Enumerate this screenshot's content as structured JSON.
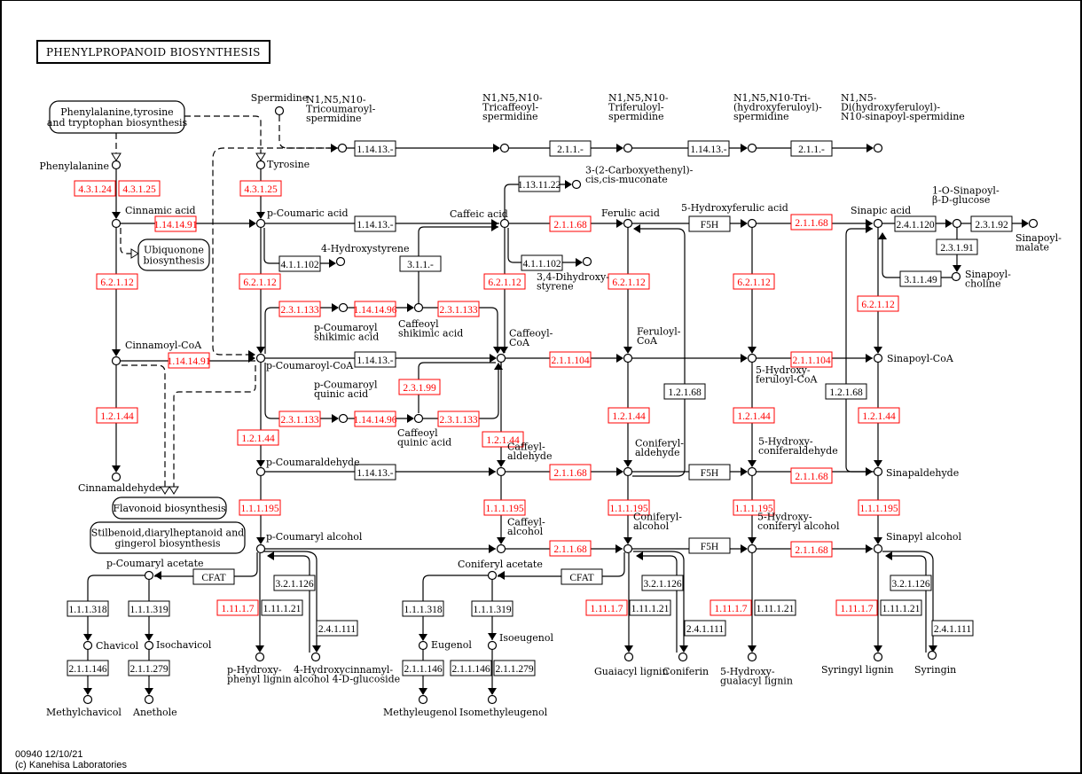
{
  "title": "PHENYLPROPANOID BIOSYNTHESIS",
  "footer": {
    "map_id_date": "00940 12/10/21",
    "copyright": "(c) Kanehisa Laboratories"
  },
  "colors": {
    "highlighted_enzyme": "#ff0000",
    "enzyme": "#000000",
    "line": "#000000",
    "background": "#ffffff"
  },
  "maps": [
    {
      "id": "m_phe",
      "lines": [
        "Phenylalanine,tyrosine",
        "and tryptophan biosynthesis"
      ]
    },
    {
      "id": "m_ubi",
      "lines": [
        "Ubiquonone",
        "biosynthesis"
      ]
    },
    {
      "id": "m_flav",
      "lines": [
        "Flavonoid biosynthesis"
      ]
    },
    {
      "id": "m_stil",
      "lines": [
        "Stilbenoid,diarylheptanoid and",
        "gingerol biosynthesis"
      ]
    }
  ],
  "compounds": [
    {
      "id": "c_phe",
      "lines": [
        "Phenylalanine"
      ]
    },
    {
      "id": "c_tyr",
      "lines": [
        "Tyrosine"
      ]
    },
    {
      "id": "c_spd",
      "lines": [
        "Spermidine"
      ]
    },
    {
      "id": "c_cin",
      "lines": [
        "Cinnamic acid"
      ]
    },
    {
      "id": "c_pcou",
      "lines": [
        "p-Coumaric acid"
      ]
    },
    {
      "id": "c_hsty",
      "lines": [
        "4-Hydroxystyrene"
      ]
    },
    {
      "id": "c_caf",
      "lines": [
        "Caffeic acid"
      ]
    },
    {
      "id": "c_ccm",
      "lines": [
        "3-(2-Carboxyethenyl)-",
        "cis,cis-muconate"
      ]
    },
    {
      "id": "c_dhs",
      "lines": [
        "3,4-Dihydroxy-",
        "styrene"
      ]
    },
    {
      "id": "c_fer",
      "lines": [
        "Ferulic acid"
      ]
    },
    {
      "id": "c_5hf",
      "lines": [
        "5-Hydroxyferulic acid"
      ]
    },
    {
      "id": "c_sin",
      "lines": [
        "Sinapic acid"
      ]
    },
    {
      "id": "c_sglc",
      "lines": [
        "1-O-Sinapoyl-",
        "β-D-glucose"
      ]
    },
    {
      "id": "c_smal",
      "lines": [
        "Sinapoyl-",
        "malate"
      ]
    },
    {
      "id": "c_schol",
      "lines": [
        "Sinapoyl-",
        "choline"
      ]
    },
    {
      "id": "c_tcs",
      "lines": [
        "N1,N5,N10-",
        "Tricoumaroyl-",
        "spermidine"
      ]
    },
    {
      "id": "c_tcfs",
      "lines": [
        "N1,N5,N10-",
        "Tricaffeoyl-",
        "spermidine"
      ]
    },
    {
      "id": "c_tfs",
      "lines": [
        "N1,N5,N10-",
        "Triferuloyl-",
        "spermidine"
      ]
    },
    {
      "id": "c_thfs",
      "lines": [
        "N1,N5,N10-Tri-",
        "(hydroxyferuloyl)-",
        "spermidine"
      ]
    },
    {
      "id": "c_dhss",
      "lines": [
        "N1,N5-",
        "Di(hydroxyferuloyl)-",
        "N10-sinapoyl-spermidine"
      ]
    },
    {
      "id": "c_cincoa",
      "lines": [
        "Cinnamoyl-CoA"
      ]
    },
    {
      "id": "c_pcoa",
      "lines": [
        "p-Coumaroyl-CoA"
      ]
    },
    {
      "id": "c_pcsa",
      "lines": [
        "p-Coumaroyl",
        "shikimic acid"
      ]
    },
    {
      "id": "c_cfsa",
      "lines": [
        "Caffeoyl",
        "shikimic acid"
      ]
    },
    {
      "id": "c_pcqa",
      "lines": [
        "p-Coumaroyl",
        "quinic acid"
      ]
    },
    {
      "id": "c_cfqa",
      "lines": [
        "Caffeoyl",
        "quinic acid"
      ]
    },
    {
      "id": "c_cfcoa",
      "lines": [
        "Caffeoyl-",
        "CoA"
      ]
    },
    {
      "id": "c_fercoa",
      "lines": [
        "Feruloyl-",
        "CoA"
      ]
    },
    {
      "id": "c_5hfcoa",
      "lines": [
        "5-Hydroxy-",
        "feruloyl-CoA"
      ]
    },
    {
      "id": "c_sincoa",
      "lines": [
        "Sinapoyl-CoA"
      ]
    },
    {
      "id": "c_cinald",
      "lines": [
        "Cinnamaldehyde"
      ]
    },
    {
      "id": "c_pcald",
      "lines": [
        "p-Coumaraldehyde"
      ]
    },
    {
      "id": "c_cfald",
      "lines": [
        "Caffeyl-",
        "aldehyde"
      ]
    },
    {
      "id": "c_conald",
      "lines": [
        "Coniferyl-",
        "aldehyde"
      ]
    },
    {
      "id": "c_5hcald",
      "lines": [
        "5-Hydroxy-",
        "coniferaldehyde"
      ]
    },
    {
      "id": "c_sinald",
      "lines": [
        "Sinapaldehyde"
      ]
    },
    {
      "id": "c_pcalc",
      "lines": [
        "p-Coumaryl alcohol"
      ]
    },
    {
      "id": "c_cfalc",
      "lines": [
        "Caffeyl-",
        "alcohol"
      ]
    },
    {
      "id": "c_conalc",
      "lines": [
        "Coniferyl-",
        "alcohol"
      ]
    },
    {
      "id": "c_5hcalc",
      "lines": [
        "5-Hydroxy-",
        "coniferyl alcohol"
      ]
    },
    {
      "id": "c_sinalc",
      "lines": [
        "Sinapyl alcohol"
      ]
    },
    {
      "id": "c_pcac",
      "lines": [
        "p-Coumaryl acetate"
      ]
    },
    {
      "id": "c_conac",
      "lines": [
        "Coniferyl acetate"
      ]
    },
    {
      "id": "c_chav",
      "lines": [
        "Chavicol"
      ]
    },
    {
      "id": "c_ichav",
      "lines": [
        "Isochavicol"
      ]
    },
    {
      "id": "c_mchav",
      "lines": [
        "Methylchavicol"
      ]
    },
    {
      "id": "c_anet",
      "lines": [
        "Anethole"
      ]
    },
    {
      "id": "c_eug",
      "lines": [
        "Eugenol"
      ]
    },
    {
      "id": "c_ieug",
      "lines": [
        "Isoeugenol"
      ]
    },
    {
      "id": "c_meug",
      "lines": [
        "Methyleugenol"
      ]
    },
    {
      "id": "c_imeug",
      "lines": [
        "Isomethyleugenol"
      ]
    },
    {
      "id": "c_phl",
      "lines": [
        "p-Hydroxy-",
        "phenyl lignin"
      ]
    },
    {
      "id": "c_hcg",
      "lines": [
        "4-Hydroxycinnamyl-",
        "alcohol 4-D-glucoside"
      ]
    },
    {
      "id": "c_gl",
      "lines": [
        "Guaiacyl lignin"
      ]
    },
    {
      "id": "c_conif",
      "lines": [
        "Coniferin"
      ]
    },
    {
      "id": "c_5hgl",
      "lines": [
        "5-Hydroxy-",
        "guaiacyl lignin"
      ]
    },
    {
      "id": "c_sl",
      "lines": [
        "Syringyl lignin"
      ]
    },
    {
      "id": "c_syr",
      "lines": [
        "Syringin"
      ]
    }
  ],
  "enzymes": [
    {
      "id": "e1",
      "label": "4.3.1.24",
      "highlighted": true
    },
    {
      "id": "e2",
      "label": "4.3.1.25",
      "highlighted": true
    },
    {
      "id": "e3",
      "label": "4.3.1.25",
      "highlighted": true
    },
    {
      "id": "e4",
      "label": "1.14.14.91",
      "highlighted": true
    },
    {
      "id": "e5",
      "label": "1.14.13.-",
      "highlighted": false
    },
    {
      "id": "e6",
      "label": "2.1.1.-",
      "highlighted": false
    },
    {
      "id": "e7",
      "label": "1.14.13.-",
      "highlighted": false
    },
    {
      "id": "e8",
      "label": "2.1.1.-",
      "highlighted": false
    },
    {
      "id": "e9",
      "label": "1.14.13.-",
      "highlighted": false
    },
    {
      "id": "e10",
      "label": "4.1.1.102",
      "highlighted": false
    },
    {
      "id": "e11",
      "label": "3.1.1.-",
      "highlighted": false
    },
    {
      "id": "e12",
      "label": "1.13.11.22",
      "highlighted": false
    },
    {
      "id": "e13",
      "label": "2.1.1.68",
      "highlighted": true
    },
    {
      "id": "e14",
      "label": "4.1.1.102",
      "highlighted": false
    },
    {
      "id": "e15",
      "label": "F5H",
      "highlighted": false
    },
    {
      "id": "e16",
      "label": "2.1.1.68",
      "highlighted": true
    },
    {
      "id": "e17",
      "label": "2.4.1.120",
      "highlighted": false
    },
    {
      "id": "e18",
      "label": "2.3.1.92",
      "highlighted": false
    },
    {
      "id": "e19",
      "label": "2.3.1.91",
      "highlighted": false
    },
    {
      "id": "e20",
      "label": "3.1.1.49",
      "highlighted": false
    },
    {
      "id": "e21",
      "label": "6.2.1.12",
      "highlighted": true
    },
    {
      "id": "e22",
      "label": "6.2.1.12",
      "highlighted": true
    },
    {
      "id": "e23",
      "label": "6.2.1.12",
      "highlighted": true
    },
    {
      "id": "e24",
      "label": "6.2.1.12",
      "highlighted": true
    },
    {
      "id": "e25",
      "label": "6.2.1.12",
      "highlighted": true
    },
    {
      "id": "e26",
      "label": "6.2.1.12",
      "highlighted": true
    },
    {
      "id": "e27",
      "label": "2.3.1.133",
      "highlighted": true
    },
    {
      "id": "e28",
      "label": "1.14.14.96",
      "highlighted": true
    },
    {
      "id": "e29",
      "label": "2.3.1.133",
      "highlighted": true
    },
    {
      "id": "e30",
      "label": "1.14.14.91",
      "highlighted": true
    },
    {
      "id": "e31",
      "label": "1.14.13.-",
      "highlighted": false
    },
    {
      "id": "e32",
      "label": "2.1.1.104",
      "highlighted": true
    },
    {
      "id": "e33",
      "label": "2.1.1.104",
      "highlighted": true
    },
    {
      "id": "e34",
      "label": "2.3.1.99",
      "highlighted": true
    },
    {
      "id": "e35",
      "label": "2.3.1.133",
      "highlighted": true
    },
    {
      "id": "e36",
      "label": "1.14.14.96",
      "highlighted": true
    },
    {
      "id": "e37",
      "label": "2.3.1.133",
      "highlighted": true
    },
    {
      "id": "e38",
      "label": "1.2.1.68",
      "highlighted": false
    },
    {
      "id": "e39",
      "label": "1.2.1.68",
      "highlighted": false
    },
    {
      "id": "e40",
      "label": "1.2.1.44",
      "highlighted": true
    },
    {
      "id": "e41",
      "label": "1.2.1.44",
      "highlighted": true
    },
    {
      "id": "e42",
      "label": "1.2.1.44",
      "highlighted": true
    },
    {
      "id": "e43",
      "label": "1.2.1.44",
      "highlighted": true
    },
    {
      "id": "e44",
      "label": "1.2.1.44",
      "highlighted": true
    },
    {
      "id": "e45",
      "label": "1.2.1.44",
      "highlighted": true
    },
    {
      "id": "e46",
      "label": "1.14.13.-",
      "highlighted": false
    },
    {
      "id": "e47",
      "label": "2.1.1.68",
      "highlighted": true
    },
    {
      "id": "e48",
      "label": "F5H",
      "highlighted": false
    },
    {
      "id": "e49",
      "label": "2.1.1.68",
      "highlighted": true
    },
    {
      "id": "e50",
      "label": "1.1.1.195",
      "highlighted": true
    },
    {
      "id": "e51",
      "label": "1.1.1.195",
      "highlighted": true
    },
    {
      "id": "e52",
      "label": "1.1.1.195",
      "highlighted": true
    },
    {
      "id": "e53",
      "label": "1.1.1.195",
      "highlighted": true
    },
    {
      "id": "e54",
      "label": "1.1.1.195",
      "highlighted": true
    },
    {
      "id": "e55",
      "label": "2.1.1.68",
      "highlighted": true
    },
    {
      "id": "e56",
      "label": "F5H",
      "highlighted": false
    },
    {
      "id": "e57",
      "label": "2.1.1.68",
      "highlighted": true
    },
    {
      "id": "e58",
      "label": "CFAT",
      "highlighted": false
    },
    {
      "id": "e59",
      "label": "CFAT",
      "highlighted": false
    },
    {
      "id": "e60",
      "label": "1.1.1.318",
      "highlighted": false
    },
    {
      "id": "e61",
      "label": "1.1.1.319",
      "highlighted": false
    },
    {
      "id": "e62",
      "label": "2.1.1.146",
      "highlighted": false
    },
    {
      "id": "e63",
      "label": "2.1.1.279",
      "highlighted": false
    },
    {
      "id": "e64",
      "label": "1.11.1.7",
      "highlighted": true
    },
    {
      "id": "e65",
      "label": "1.11.1.21",
      "highlighted": false
    },
    {
      "id": "e66",
      "label": "3.2.1.126",
      "highlighted": false
    },
    {
      "id": "e67",
      "label": "2.4.1.111",
      "highlighted": false
    },
    {
      "id": "e68",
      "label": "1.1.1.318",
      "highlighted": false
    },
    {
      "id": "e69",
      "label": "1.1.1.319",
      "highlighted": false
    },
    {
      "id": "e70",
      "label": "2.1.1.146",
      "highlighted": false
    },
    {
      "id": "e71",
      "label": "2.1.1.146",
      "highlighted": false
    },
    {
      "id": "e72",
      "label": "2.1.1.279",
      "highlighted": false
    },
    {
      "id": "e73",
      "label": "1.11.1.7",
      "highlighted": true
    },
    {
      "id": "e74",
      "label": "1.11.1.21",
      "highlighted": false
    },
    {
      "id": "e75",
      "label": "3.2.1.126",
      "highlighted": false
    },
    {
      "id": "e76",
      "label": "2.4.1.111",
      "highlighted": false
    },
    {
      "id": "e77",
      "label": "1.11.1.7",
      "highlighted": true
    },
    {
      "id": "e78",
      "label": "1.11.1.21",
      "highlighted": false
    },
    {
      "id": "e79",
      "label": "1.11.1.7",
      "highlighted": true
    },
    {
      "id": "e80",
      "label": "1.11.1.21",
      "highlighted": false
    },
    {
      "id": "e81",
      "label": "3.2.1.126",
      "highlighted": false
    },
    {
      "id": "e82",
      "label": "2.4.1.111",
      "highlighted": false
    }
  ]
}
